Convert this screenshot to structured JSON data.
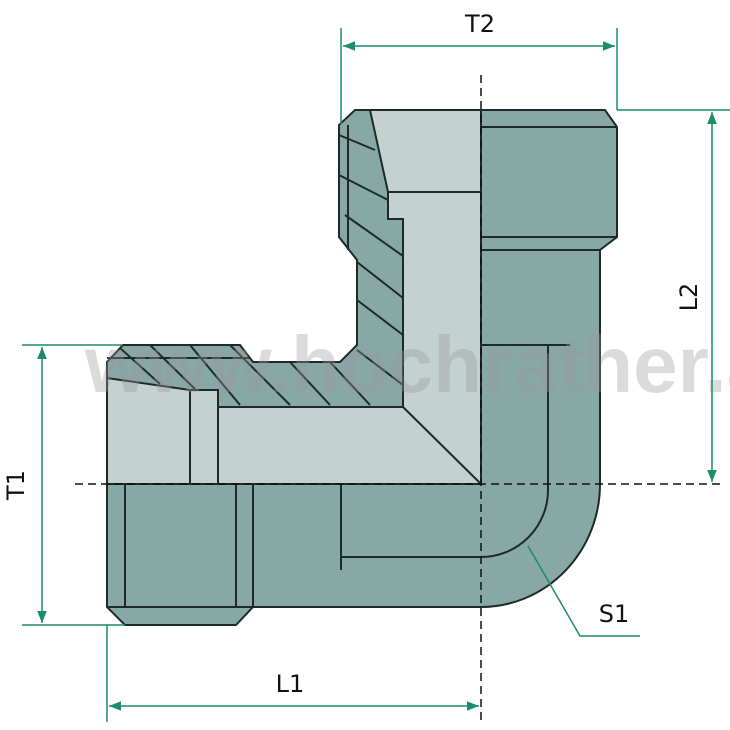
{
  "labels": {
    "t1": "T1",
    "t2": "T2",
    "l1": "L1",
    "l2": "L2",
    "s1": "S1"
  },
  "watermark": "www.hochrather.at",
  "colors": {
    "body_dark": "#88a8a6",
    "section_light": "#c3d1cf",
    "dimension": "#1b8c6c"
  }
}
